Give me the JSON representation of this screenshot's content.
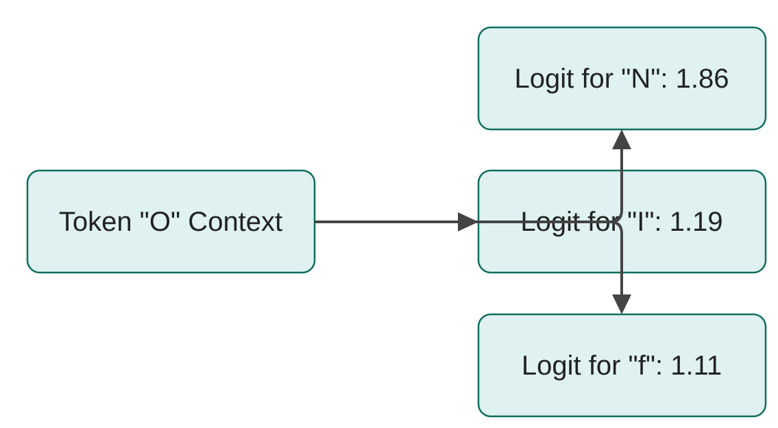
{
  "nodes": {
    "source": "Token \"O\" Context",
    "top": "Logit for \"N\": 1.86",
    "middle": "Logit for \"I\": 1.19",
    "bottom": "Logit for \"f\": 1.11"
  },
  "colors": {
    "node_fill": "#dff1f1",
    "node_border": "#0f6e5e",
    "edge": "#444444",
    "text": "#222222"
  }
}
